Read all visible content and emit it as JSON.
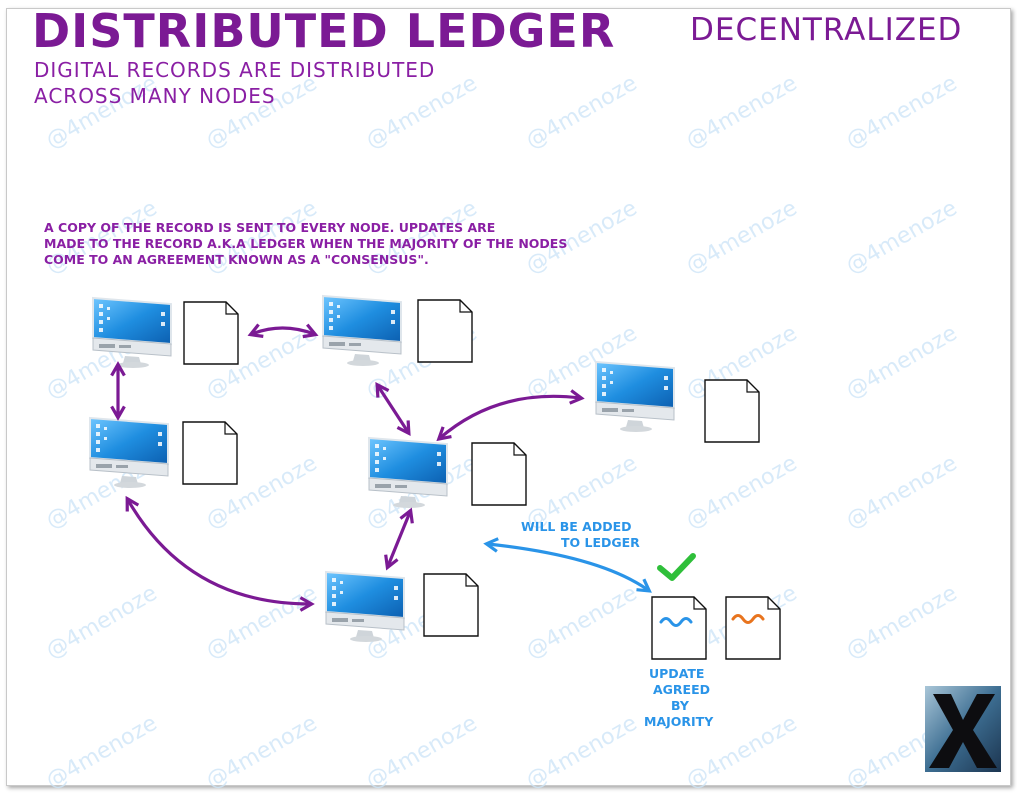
{
  "title": "DISTRIBUTED LEDGER",
  "subtitle_line1": "DIGITAL RECORDS ARE DISTRIBUTED",
  "subtitle_line2": "ACROSS MANY NODES",
  "tag": "DECENTRALIZED",
  "note_line1": "A COPY OF THE RECORD IS SENT TO EVERY NODE. UPDATES ARE",
  "note_line2": "MADE TO THE RECORD A.K.A LEDGER WHEN THE MAJORITY OF THE NODES",
  "note_line3": "COME TO AN AGREEMENT KNOWN AS A \"CONSENSUS\".",
  "will_be_added_line1": "WILL BE ADDED",
  "will_be_added_line2": "TO LEDGER",
  "update_line1": "UPDATE",
  "update_line2": "AGREED",
  "update_line3": "BY",
  "update_line4": "MAJORITY",
  "watermark": "@4menoze",
  "colors": {
    "purple": "#7b1a94",
    "blue": "#2a94e8",
    "green": "#2fbf3a",
    "orange": "#e8741e"
  },
  "icons": [
    "computer-icon",
    "document-icon",
    "checkmark-icon",
    "x-logo"
  ]
}
